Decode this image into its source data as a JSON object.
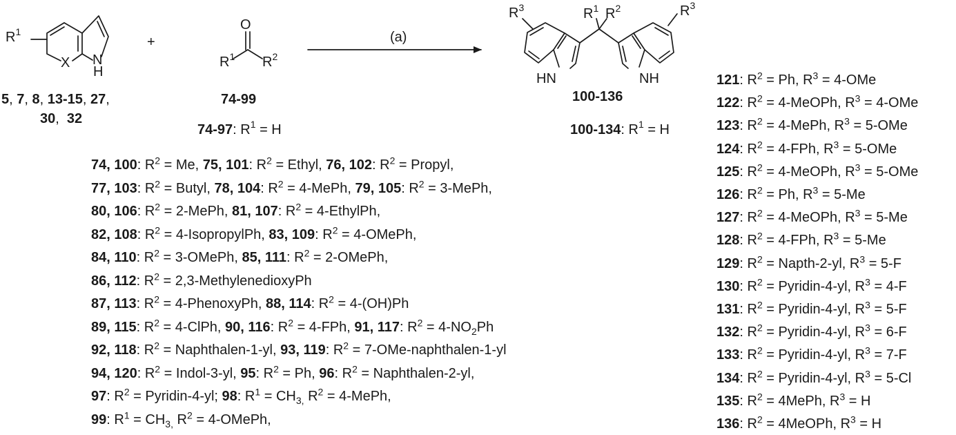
{
  "scheme": {
    "reactant1": {
      "atoms": {
        "r": "R",
        "r_sup": "1",
        "x": "X",
        "n": "N",
        "h": "H"
      },
      "labels": [
        {
          "text": "5",
          "bold": true
        },
        {
          "text": ", ",
          "bold": false
        },
        {
          "text": "7",
          "bold": true
        },
        {
          "text": ", ",
          "bold": false
        },
        {
          "text": "8",
          "bold": true
        },
        {
          "text": ", ",
          "bold": false
        },
        {
          "text": "13-15",
          "bold": true
        },
        {
          "text": ", ",
          "bold": false
        },
        {
          "text": "27",
          "bold": true
        },
        {
          "text": ",",
          "bold": false
        }
      ],
      "labels2": [
        {
          "text": "30",
          "bold": true
        },
        {
          "text": ",  ",
          "bold": false
        },
        {
          "text": "32",
          "bold": true
        }
      ]
    },
    "plus": "+",
    "reactant2": {
      "atoms": {
        "o": "O",
        "r1": "R",
        "r1_sup": "1",
        "r2": "R",
        "r2_sup": "2"
      },
      "compound": "74-99",
      "note": {
        "compounds": "74-97",
        "text_a": ": R",
        "sup": "1",
        "text_b": " = H"
      }
    },
    "arrow_label": "(a)",
    "product": {
      "atoms": {
        "r3": "R",
        "r3_sup": "3",
        "r1": "R",
        "r1_sup": "1",
        "r2": "R",
        "r2_sup": "2",
        "hn": "HN",
        "nh": "NH"
      },
      "compound": "100-136",
      "note": {
        "compounds": "100-134",
        "text_a": ": R",
        "sup": "1",
        "text_b": " = H"
      }
    }
  },
  "left_list": [
    [
      {
        "b": "74, 100"
      },
      {
        "t": ": R"
      },
      {
        "sup": "2"
      },
      {
        "t": " = Me, "
      },
      {
        "b": "75, 101"
      },
      {
        "t": ": R"
      },
      {
        "sup": "2"
      },
      {
        "t": " = Ethyl, "
      },
      {
        "b": "76, 102"
      },
      {
        "t": ": R"
      },
      {
        "sup": "2"
      },
      {
        "t": " = Propyl,"
      }
    ],
    [
      {
        "b": "77, 103"
      },
      {
        "t": ": R"
      },
      {
        "sup": "2"
      },
      {
        "t": " = Butyl, "
      },
      {
        "b": "78, 104"
      },
      {
        "t": ": R"
      },
      {
        "sup": "2"
      },
      {
        "t": " = 4-MePh, "
      },
      {
        "b": "79, 105"
      },
      {
        "t": ": R"
      },
      {
        "sup": "2"
      },
      {
        "t": " = 3-MePh,"
      }
    ],
    [
      {
        "b": "80, 106"
      },
      {
        "t": ": R"
      },
      {
        "sup": "2"
      },
      {
        "t": " = 2-MePh, "
      },
      {
        "b": "81, 107"
      },
      {
        "t": ": R"
      },
      {
        "sup": "2"
      },
      {
        "t": " = 4-EthylPh,"
      }
    ],
    [
      {
        "b": "82, 108"
      },
      {
        "t": ": R"
      },
      {
        "sup": "2"
      },
      {
        "t": " = 4-IsopropylPh, "
      },
      {
        "b": "83, 109"
      },
      {
        "t": ": R"
      },
      {
        "sup": "2"
      },
      {
        "t": " = 4-OMePh,"
      }
    ],
    [
      {
        "b": "84, 110"
      },
      {
        "t": ": R"
      },
      {
        "sup": "2"
      },
      {
        "t": " = 3-OMePh, "
      },
      {
        "b": "85, 111"
      },
      {
        "t": ": R"
      },
      {
        "sup": "2"
      },
      {
        "t": " = 2-OMePh,"
      }
    ],
    [
      {
        "b": "86, 112"
      },
      {
        "t": ": R"
      },
      {
        "sup": "2"
      },
      {
        "t": " = 2,3-MethylenedioxyPh"
      }
    ],
    [
      {
        "b": "87, 113"
      },
      {
        "t": ": R"
      },
      {
        "sup": "2"
      },
      {
        "t": " = 4-PhenoxyPh, "
      },
      {
        "b": "88, 114"
      },
      {
        "t": ": R"
      },
      {
        "sup": "2"
      },
      {
        "t": " = 4-(OH)Ph"
      }
    ],
    [
      {
        "b": "89, 115"
      },
      {
        "t": ": R"
      },
      {
        "sup": "2"
      },
      {
        "t": " = 4-ClPh, "
      },
      {
        "b": "90, 116"
      },
      {
        "t": ": R"
      },
      {
        "sup": "2"
      },
      {
        "t": " = 4-FPh, "
      },
      {
        "b": "91, 117"
      },
      {
        "t": ": R"
      },
      {
        "sup": "2"
      },
      {
        "t": " = 4-NO"
      },
      {
        "sub": "2"
      },
      {
        "t": "Ph"
      }
    ],
    [
      {
        "b": "92, 118"
      },
      {
        "t": ": R"
      },
      {
        "sup": "2"
      },
      {
        "t": " = Naphthalen-1-yl, "
      },
      {
        "b": "93, 119"
      },
      {
        "t": ": R"
      },
      {
        "sup": "2"
      },
      {
        "t": " = 7-OMe-naphthalen-1-yl"
      }
    ],
    [
      {
        "b": "94, 120"
      },
      {
        "t": ": R"
      },
      {
        "sup": "2"
      },
      {
        "t": " = Indol-3-yl, "
      },
      {
        "b": "95"
      },
      {
        "t": ": R"
      },
      {
        "sup": "2"
      },
      {
        "t": " = Ph, "
      },
      {
        "b": "96"
      },
      {
        "t": ": R"
      },
      {
        "sup": "2"
      },
      {
        "t": " = Naphthalen-2-yl,"
      }
    ],
    [
      {
        "b": "97"
      },
      {
        "t": ": R"
      },
      {
        "sup": "2"
      },
      {
        "t": " = Pyridin-4-yl; "
      },
      {
        "b": "98"
      },
      {
        "t": ": R"
      },
      {
        "sup": "1"
      },
      {
        "t": " = CH"
      },
      {
        "sub": "3,"
      },
      {
        "t": " R"
      },
      {
        "sup": "2"
      },
      {
        "t": " = 4-MePh,"
      }
    ],
    [
      {
        "b": "99"
      },
      {
        "t": ": R"
      },
      {
        "sup": "1"
      },
      {
        "t": " = CH"
      },
      {
        "sub": "3,"
      },
      {
        "t": " R"
      },
      {
        "sup": "2"
      },
      {
        "t": " = 4-OMePh,"
      }
    ]
  ],
  "right_list": [
    [
      {
        "b": "121"
      },
      {
        "t": ": R"
      },
      {
        "sup": "2"
      },
      {
        "t": " = Ph, R"
      },
      {
        "sup": "3"
      },
      {
        "t": " = 4-OMe"
      }
    ],
    [
      {
        "b": "122"
      },
      {
        "t": ": R"
      },
      {
        "sup": "2"
      },
      {
        "t": " = 4-MeOPh, R"
      },
      {
        "sup": "3"
      },
      {
        "t": " = 4-OMe"
      }
    ],
    [
      {
        "b": "123"
      },
      {
        "t": ": R"
      },
      {
        "sup": "2"
      },
      {
        "t": " = 4-MePh, R"
      },
      {
        "sup": "3"
      },
      {
        "t": " = 5-OMe"
      }
    ],
    [
      {
        "b": "124"
      },
      {
        "t": ": R"
      },
      {
        "sup": "2"
      },
      {
        "t": " = 4-FPh, R"
      },
      {
        "sup": "3"
      },
      {
        "t": " = 5-OMe"
      }
    ],
    [
      {
        "b": "125"
      },
      {
        "t": ": R"
      },
      {
        "sup": "2"
      },
      {
        "t": " = 4-MeOPh, R"
      },
      {
        "sup": "3"
      },
      {
        "t": " = 5-OMe"
      }
    ],
    [
      {
        "b": "126"
      },
      {
        "t": ": R"
      },
      {
        "sup": "2"
      },
      {
        "t": " = Ph, R"
      },
      {
        "sup": "3"
      },
      {
        "t": " = 5-Me"
      }
    ],
    [
      {
        "b": "127"
      },
      {
        "t": ": R"
      },
      {
        "sup": "2"
      },
      {
        "t": " = 4-MeOPh, R"
      },
      {
        "sup": "3"
      },
      {
        "t": " = 5-Me"
      }
    ],
    [
      {
        "b": "128"
      },
      {
        "t": ": R"
      },
      {
        "sup": "2"
      },
      {
        "t": " = 4-FPh, R"
      },
      {
        "sup": "3"
      },
      {
        "t": " = 5-Me"
      }
    ],
    [
      {
        "b": "129"
      },
      {
        "t": ": R"
      },
      {
        "sup": "2"
      },
      {
        "t": " = Napth-2-yl, R"
      },
      {
        "sup": "3"
      },
      {
        "t": " = 5-F"
      }
    ],
    [
      {
        "b": "130"
      },
      {
        "t": ": R"
      },
      {
        "sup": "2"
      },
      {
        "t": " = Pyridin-4-yl, R"
      },
      {
        "sup": "3"
      },
      {
        "t": " = 4-F"
      }
    ],
    [
      {
        "b": "131"
      },
      {
        "t": ": R"
      },
      {
        "sup": "2"
      },
      {
        "t": " = Pyridin-4-yl, R"
      },
      {
        "sup": "3"
      },
      {
        "t": " = 5-F"
      }
    ],
    [
      {
        "b": "132"
      },
      {
        "t": ": R"
      },
      {
        "sup": "2"
      },
      {
        "t": " = Pyridin-4-yl, R"
      },
      {
        "sup": "3"
      },
      {
        "t": " = 6-F"
      }
    ],
    [
      {
        "b": "133"
      },
      {
        "t": ": R"
      },
      {
        "sup": "2"
      },
      {
        "t": " = Pyridin-4-yl, R"
      },
      {
        "sup": "3"
      },
      {
        "t": " = 7-F"
      }
    ],
    [
      {
        "b": "134"
      },
      {
        "t": ": R"
      },
      {
        "sup": "2"
      },
      {
        "t": " = Pyridin-4-yl, R"
      },
      {
        "sup": "3"
      },
      {
        "t": " = 5-Cl"
      }
    ],
    [
      {
        "b": "135"
      },
      {
        "t": ": R"
      },
      {
        "sup": "2"
      },
      {
        "t": " = 4MePh, R"
      },
      {
        "sup": "3"
      },
      {
        "t": " = H"
      }
    ],
    [
      {
        "b": "136"
      },
      {
        "t": ": R"
      },
      {
        "sup": "2"
      },
      {
        "t": " = 4MeOPh, R"
      },
      {
        "sup": "3"
      },
      {
        "t": " = H"
      }
    ]
  ]
}
